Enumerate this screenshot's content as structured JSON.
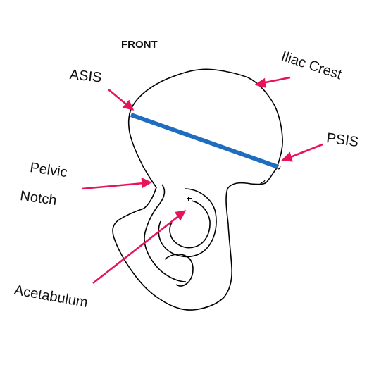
{
  "labels": {
    "front": "FRONT",
    "iliac_crest": "Iliac Crest",
    "asis": "ASIS",
    "psis": "PSIS",
    "pelvic": "Pelvic",
    "notch": "Notch",
    "acetabulum": "Acetabulum"
  },
  "colors": {
    "outline": "#000000",
    "arrow": "#e8145a",
    "measure_line": "#1f6dbf",
    "text": "#111111"
  }
}
